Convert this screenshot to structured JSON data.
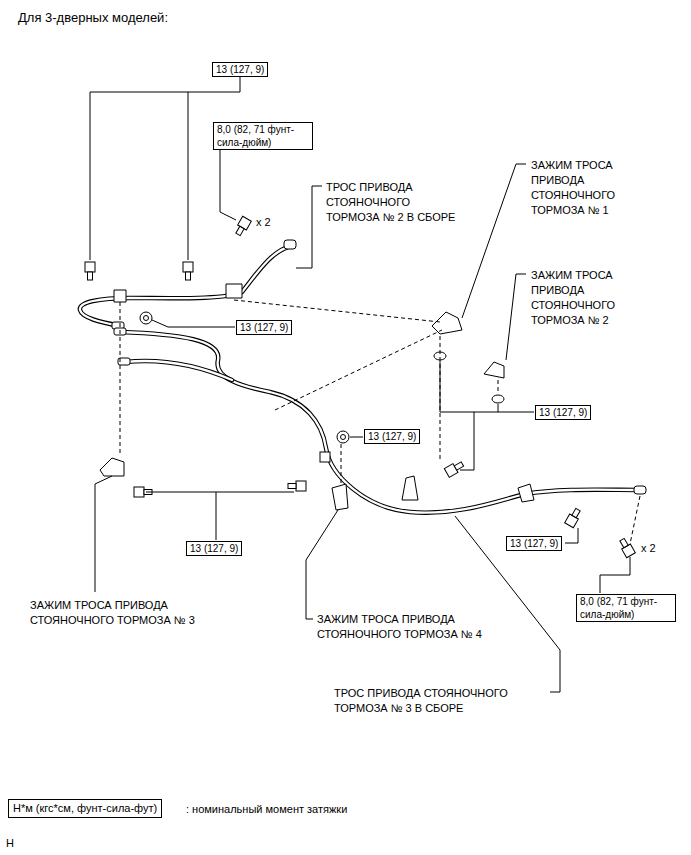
{
  "diagram": {
    "title": "Для 3-дверных моделей:",
    "nodes": [
      {
        "text": [
          "13 (127, 9)"
        ]
      },
      {
        "text": [
          "8,0 (82, 71 фунт-сила-дюйм)"
        ]
      },
      {
        "text": [
          "13 (127, 9)"
        ]
      },
      {
        "text": [
          "13 (127, 9)"
        ]
      },
      {
        "text": [
          "13 (127, 9)"
        ]
      },
      {
        "text": [
          "13 (127, 9)"
        ]
      },
      {
        "text": [
          "13 (127, 9)"
        ]
      },
      {
        "text": [
          "8,0 (82, 71 фунт-сила-дюйм)"
        ]
      },
      {
        "text": [
          "Н*м (кгс*см, фунт-сила-фут)"
        ]
      }
    ],
    "labels": [
      "x 2",
      "ТРОС ПРИВОДА СТОЯНОЧНОГО ТОРМОЗА № 2 В СБОРЕ",
      "ЗАЖИМ ТРОСА ПРИВОДА СТОЯНОЧНОГО ТОРМОЗА № 1",
      "ЗАЖИМ ТРОСА ПРИВОДА СТОЯНОЧНОГО ТОРМОЗА № 2",
      "x 2",
      "ЗАЖИМ ТРОСА ПРИВОДА СТОЯНОЧНОГО ТОРМОЗА № 3",
      "ЗАЖИМ ТРОСА ПРИВОДА СТОЯНОЧНОГО ТОРМОЗА № 4",
      "ТРОС ПРИВОДА СТОЯНОЧНОГО ТОРМОЗА № 3 В СБОРЕ",
      ": номинальный момент затяжки",
      "H"
    ]
  }
}
